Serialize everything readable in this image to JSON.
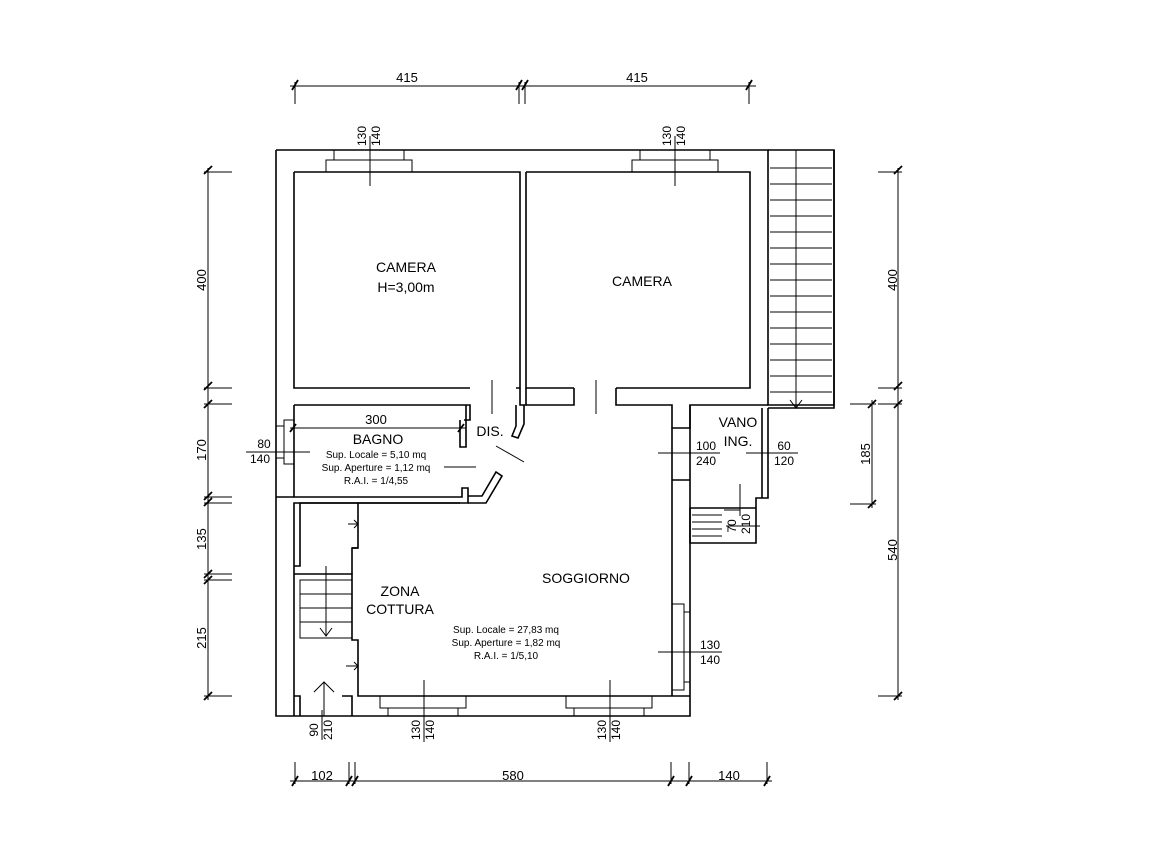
{
  "colors": {
    "line": "#000000",
    "background": "#ffffff"
  },
  "rooms": {
    "camera_1": {
      "name": "CAMERA",
      "height": "H=3,00m"
    },
    "camera_2": {
      "name": "CAMERA"
    },
    "bagno": {
      "name": "BAGNO",
      "sup_locale": "Sup. Locale = 5,10 mq",
      "sup_aperture": "Sup. Aperture = 1,12 mq",
      "rai": "R.A.I. = 1/4,55"
    },
    "dis": {
      "name": "DIS."
    },
    "vano_ing": {
      "line1": "VANO",
      "line2": "ING."
    },
    "soggiorno": {
      "name": "SOGGIORNO",
      "sup_locale": "Sup. Locale = 27,83 mq",
      "sup_aperture": "Sup. Aperture = 1,82 mq",
      "rai": "R.A.I. = 1/5,10"
    },
    "zona_cottura": {
      "line1": "ZONA",
      "line2": "COTTURA"
    }
  },
  "dimensions": {
    "top": [
      "415",
      "415"
    ],
    "bottom": [
      "102",
      "580",
      "140"
    ],
    "left": [
      "400",
      "170",
      "135",
      "215"
    ],
    "right": [
      "400",
      "185",
      "540"
    ],
    "inner_bagno_width": "300"
  },
  "openings": {
    "camera_1_window": {
      "width": "130",
      "height": "140"
    },
    "camera_2_window": {
      "width": "130",
      "height": "140"
    },
    "bagno_window": {
      "width": "80",
      "height": "140"
    },
    "soggiorno_door_dis": {
      "width": "100",
      "height": "240"
    },
    "vano_ing_door": {
      "width": "60",
      "height": "120"
    },
    "vano_ing_small": {
      "width": "70",
      "height": "210"
    },
    "soggiorno_window_right": {
      "width": "130",
      "height": "140"
    },
    "soggiorno_window_bottom_1": {
      "width": "130",
      "height": "140"
    },
    "soggiorno_window_bottom_2": {
      "width": "130",
      "height": "140"
    },
    "entrance_door": {
      "width": "90",
      "height": "210"
    }
  }
}
